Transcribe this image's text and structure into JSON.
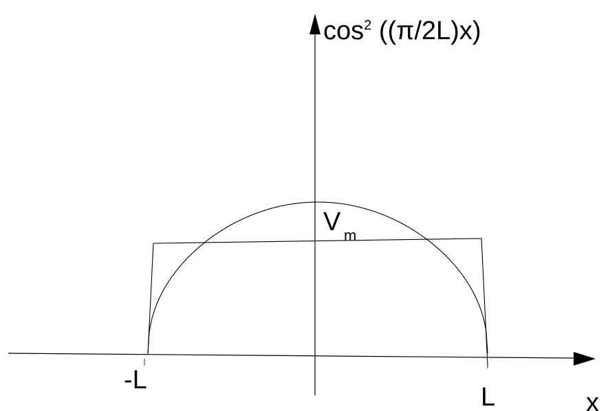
{
  "diagram": {
    "y_axis_label": {
      "prefix": "cos",
      "superscript": "2",
      "suffix": " ((π/2L)x)"
    },
    "x_axis_label": "x",
    "neg_l_label": "-L",
    "pos_l_label": "L",
    "vm_label": {
      "main": "V",
      "subscript": "m"
    }
  }
}
